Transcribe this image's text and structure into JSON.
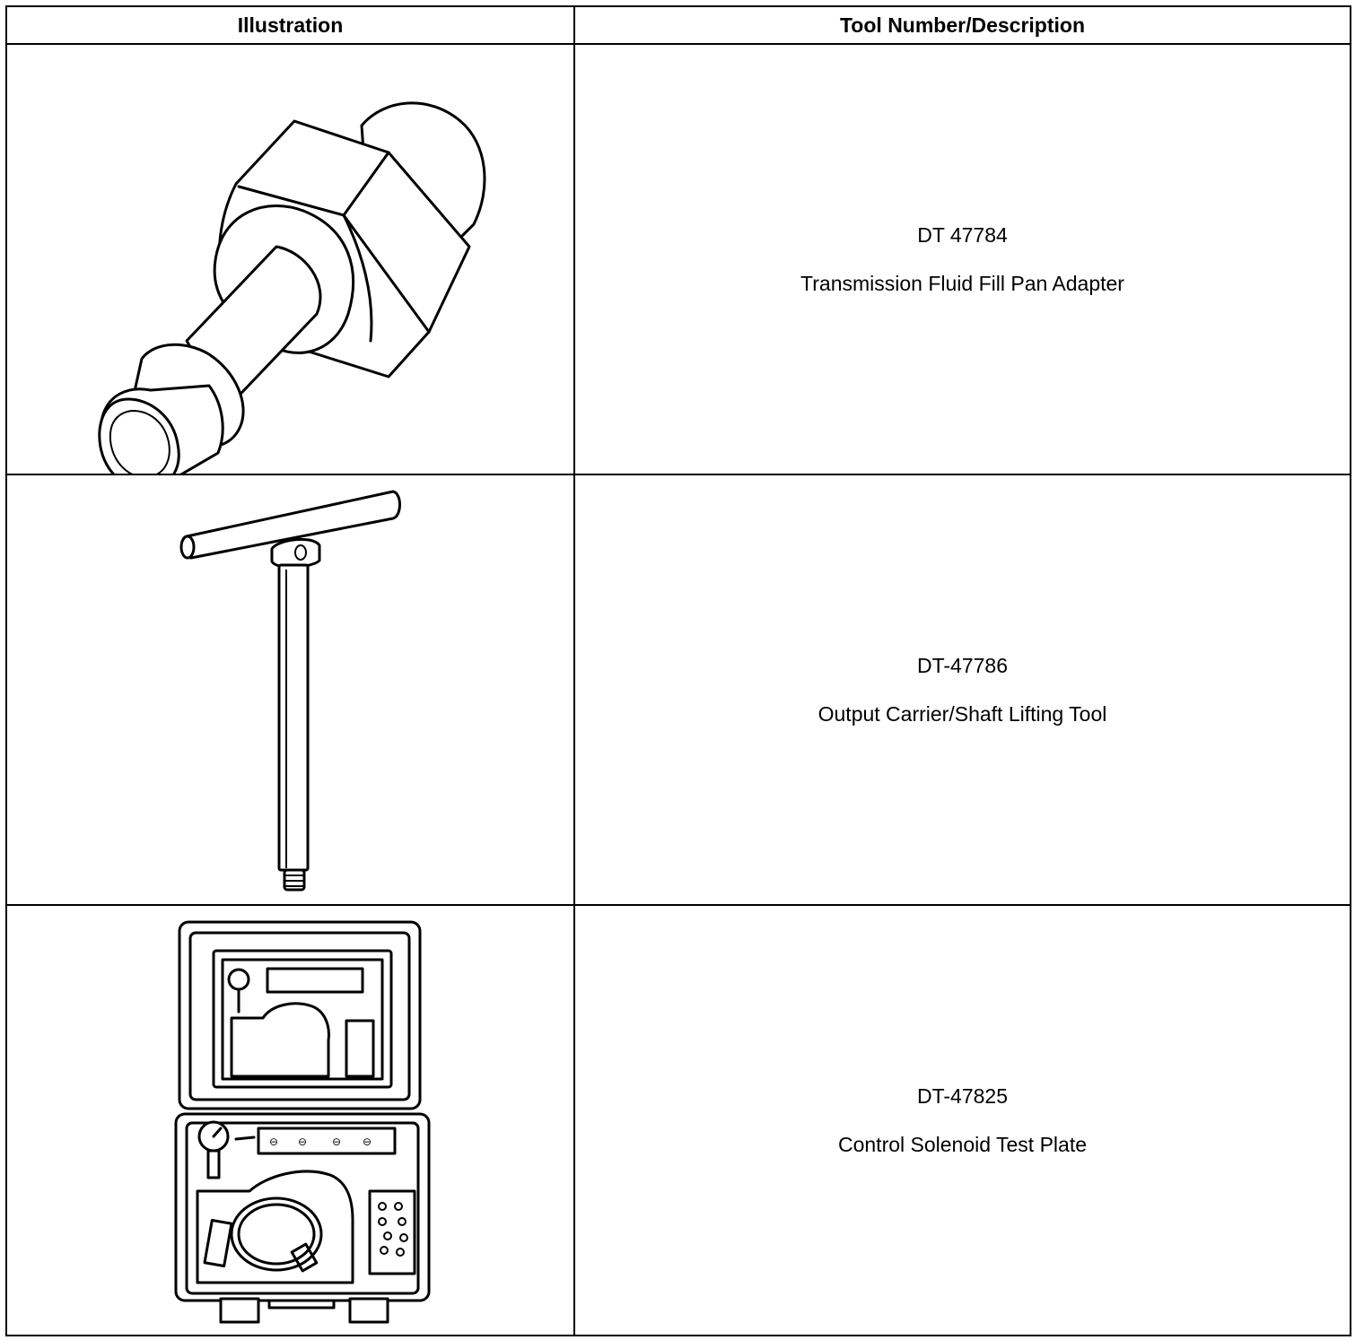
{
  "table": {
    "headers": {
      "illustration": "Illustration",
      "description": "Tool Number/Description"
    },
    "rows": [
      {
        "tool_number": "DT 47784",
        "description": "Transmission Fluid Fill Pan Adapter",
        "icon": "adapter-icon"
      },
      {
        "tool_number": "DT-47786",
        "description": "Output Carrier/Shaft Lifting Tool",
        "icon": "t-handle-lifting-tool-icon"
      },
      {
        "tool_number": "DT-47825",
        "description": "Control Solenoid Test Plate",
        "icon": "test-plate-case-icon"
      }
    ]
  }
}
